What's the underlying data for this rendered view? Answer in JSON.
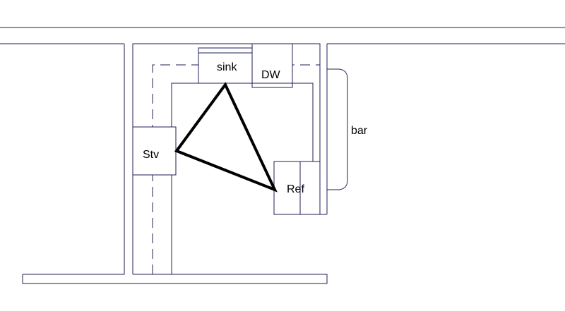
{
  "labels": {
    "sink": "sink",
    "dishwasher": "DW",
    "stove": "Stv",
    "refrigerator": "Ref",
    "bar": "bar"
  },
  "colors": {
    "linework": "#1f1f5a",
    "triangle": "#000000",
    "background": "#ffffff"
  }
}
